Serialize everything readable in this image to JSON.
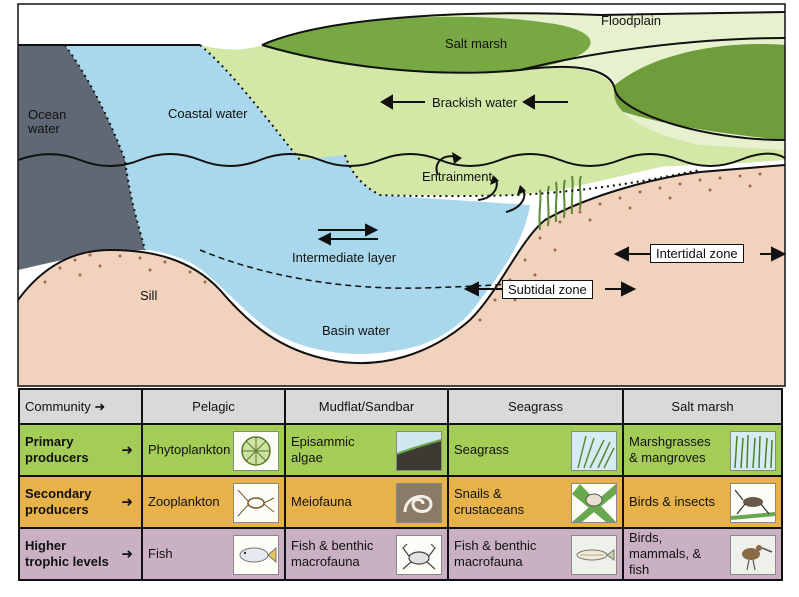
{
  "scene": {
    "labels": {
      "floodplain": "Floodplain",
      "salt_marsh": "Salt marsh",
      "brackish_water": "Brackish water",
      "ocean_water": "Ocean\nwater",
      "coastal_water": "Coastal water",
      "entrainment": "Entrainment",
      "intermediate_layer": "Intermediate layer",
      "sill": "Sill",
      "basin_water": "Basin water",
      "intertidal_zone": "Intertidal zone",
      "subtidal_zone": "Subtidal zone"
    },
    "colors": {
      "ocean": "#5f6874",
      "coastal": "#a9d8ec",
      "brackish": "#d3e8a6",
      "marsh": "#78a843",
      "sediment": "#f1d2bd",
      "sediment_dots": "#a0664a"
    }
  },
  "table": {
    "header_community": "Community",
    "columns": [
      "Pelagic",
      "Mudflat/Sandbar",
      "Seagrass",
      "Salt marsh"
    ],
    "rows": [
      {
        "label_line1": "Primary",
        "label_line2": "producers",
        "color": "#a4cd58",
        "cells": [
          {
            "text": "Phytoplankton",
            "icon": "phytoplankton-icon"
          },
          {
            "text": "Episammic algae",
            "icon": "algae-icon"
          },
          {
            "text": "Seagrass",
            "icon": "seagrass-icon"
          },
          {
            "text": "Marshgrasses & mangroves",
            "icon": "marshgrass-icon"
          }
        ]
      },
      {
        "label_line1": "Secondary",
        "label_line2": "producers",
        "color": "#e8b24a",
        "cells": [
          {
            "text": "Zooplankton",
            "icon": "zooplankton-icon"
          },
          {
            "text": "Meiofauna",
            "icon": "worm-icon"
          },
          {
            "text": "Snails & crustaceans",
            "icon": "snail-icon"
          },
          {
            "text": "Birds & insects",
            "icon": "grasshopper-icon"
          }
        ]
      },
      {
        "label_line1": "Higher",
        "label_line2": "trophic levels",
        "color": "#c9b1c3",
        "cells": [
          {
            "text": "Fish",
            "icon": "fish-icon"
          },
          {
            "text": "Fish & benthic macrofauna",
            "icon": "crab-icon"
          },
          {
            "text": "Fish & benthic macrofauna",
            "icon": "fish-icon"
          },
          {
            "text": "Birds, mammals, & fish",
            "icon": "bird-icon"
          }
        ]
      }
    ]
  }
}
